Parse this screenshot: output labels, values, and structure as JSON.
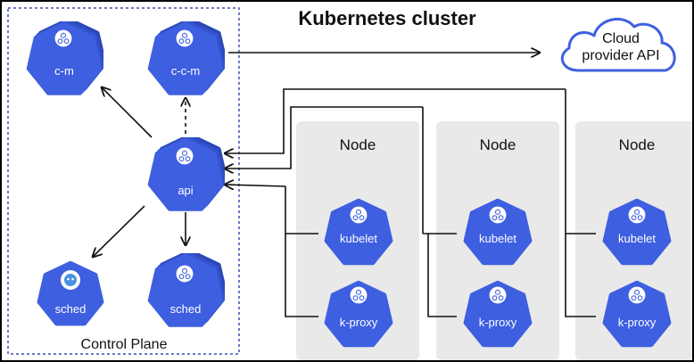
{
  "title": "Kubernetes cluster",
  "cloud": {
    "line1": "Cloud",
    "line2": "provider API"
  },
  "control_plane": {
    "label": "Control Plane",
    "components": {
      "cm": "c-m",
      "ccm": "c-c-m",
      "api": "api",
      "sched1": "sched",
      "sched2": "sched"
    }
  },
  "nodes": [
    {
      "title": "Node",
      "kubelet": "kubelet",
      "proxy": "k-proxy"
    },
    {
      "title": "Node",
      "kubelet": "kubelet",
      "proxy": "k-proxy"
    },
    {
      "title": "Node",
      "kubelet": "kubelet",
      "proxy": "k-proxy"
    }
  ],
  "colors": {
    "component": "#3e5fe0",
    "component_shadow": "#2b47b8",
    "node_bg": "#e9e9e9",
    "line": "#111111",
    "frame_dash": "#3b4fb5",
    "sched_logo": "#4a90e2"
  }
}
